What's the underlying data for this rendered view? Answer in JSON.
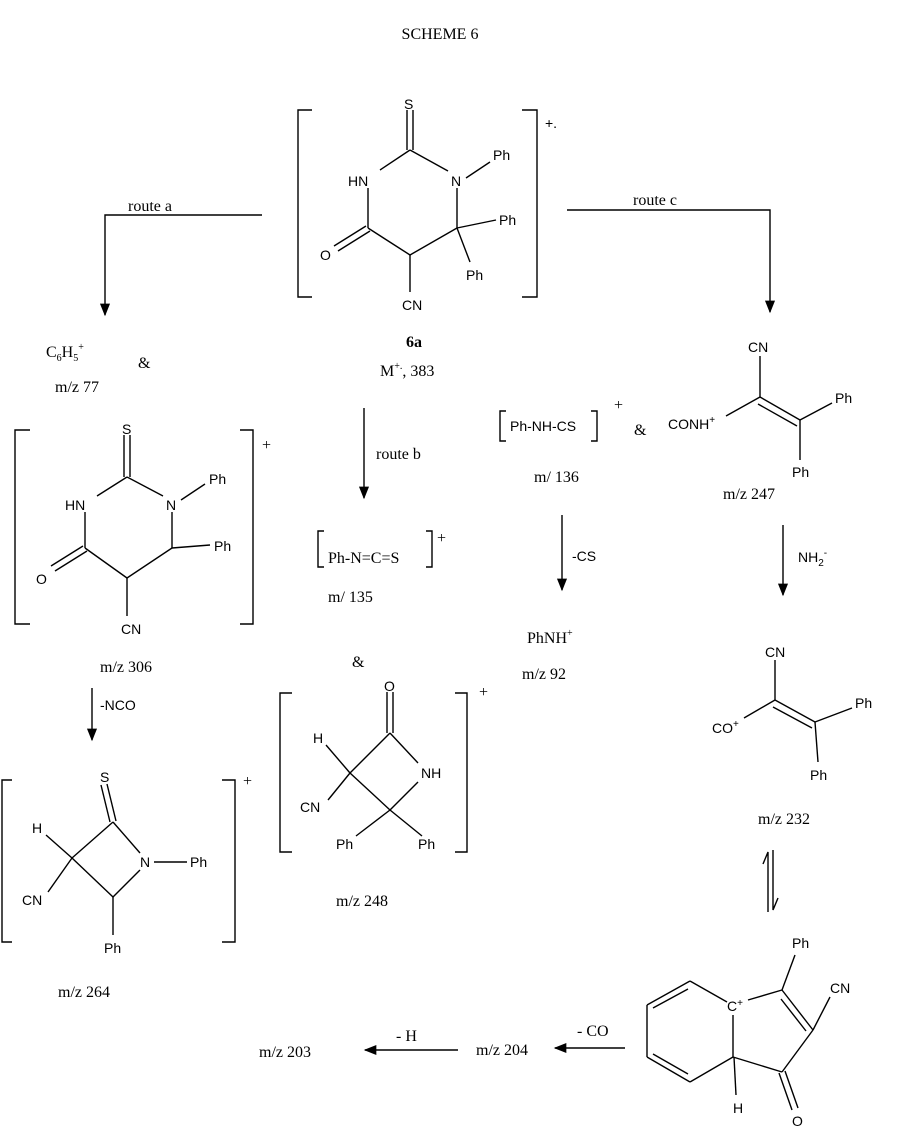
{
  "title": "SCHEME 6",
  "parent": {
    "atoms": {
      "S": "S",
      "HN": "HN",
      "N": "N",
      "O": "O",
      "CN": "CN",
      "Ph1": "Ph",
      "Ph2": "Ph",
      "Ph3": "Ph"
    },
    "charge": "+.",
    "label": "6a",
    "mass_prefix": "M",
    "mass_sup": "+.",
    "mass_value": ", 383"
  },
  "routes": {
    "a": "route a",
    "b": "route b",
    "c": "route c"
  },
  "route_a": {
    "phenyl": {
      "b1": "C",
      "s1": "6",
      "b2": "H",
      "s2": "5",
      "sup": "+"
    },
    "amp": "&",
    "phenyl_mz": "m/z 77",
    "frag306": {
      "atoms": {
        "S": "S",
        "HN": "HN",
        "N": "N",
        "O": "O",
        "CN": "CN",
        "Ph1": "Ph",
        "Ph2": "Ph"
      },
      "charge": "+",
      "mz": "m/z 306"
    },
    "loss_nco": "-NCO",
    "frag264": {
      "atoms": {
        "S": "S",
        "H": "H",
        "CN": "CN",
        "N": "N",
        "Ph1": "Ph",
        "Ph2": "Ph"
      },
      "charge": "+",
      "mz": "m/z 264"
    }
  },
  "route_b": {
    "isothiocyanate": "Ph-N=C=S",
    "charge": "+",
    "mz135": "m/ 135",
    "amp": "&",
    "frag248": {
      "atoms": {
        "O": "O",
        "H": "H",
        "NH": "NH",
        "CN": "CN",
        "Ph1": "Ph",
        "Ph2": "Ph"
      },
      "charge": "+",
      "mz": "m/z 248"
    }
  },
  "route_c": {
    "thioamide": "Ph-NH-CS",
    "thioamide_charge": "+",
    "amp": "&",
    "mz136": "m/ 136",
    "loss_cs": "-CS",
    "phnh": "PhNH",
    "phnh_sup": "+",
    "mz92": "m/z 92",
    "frag247": {
      "CN": "CN",
      "CONH": "CONH",
      "sup": "+",
      "Ph1": "Ph",
      "Ph2": "Ph",
      "mz": "m/z 247"
    },
    "loss_nh2": "NH",
    "loss_nh2_sub": "2",
    "loss_nh2_sup": "-",
    "frag232": {
      "CN": "CN",
      "CO": "CO",
      "sup": "+",
      "Ph1": "Ph",
      "Ph2": "Ph",
      "mz": "m/z 232"
    },
    "indenone": {
      "Ph": "Ph",
      "CN": "CN",
      "C": "C",
      "sup": "+",
      "H": "H",
      "O": "O"
    },
    "loss_co": "- CO",
    "mz204": "m/z 204",
    "loss_h": "- H",
    "mz203": "m/z 203"
  }
}
